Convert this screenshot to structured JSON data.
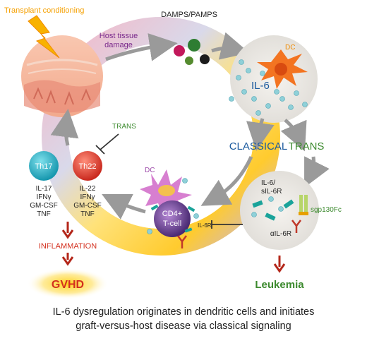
{
  "labels": {
    "transplant": "Transplant conditioning",
    "host_damage_1": "Host tissue",
    "host_damage_2": "damage",
    "damps": "DAMPS/PAMPS",
    "dc_top": "DC",
    "il6": "IL-6",
    "classical": "CLASSICAL",
    "trans": "TRANS",
    "trans_inhibit": "TRANS",
    "th17": "Th17",
    "th22": "Th22",
    "th17_cytokines": [
      "IL-17",
      "IFNγ",
      "GM-CSF",
      "TNF"
    ],
    "th22_cytokines": [
      "IL-22",
      "IFNγ",
      "GM-CSF",
      "TNF"
    ],
    "dc_bottom": "DC",
    "cd4_1": "CD4+",
    "cd4_2": "T-cell",
    "il6r": "IL-6R",
    "il6_sil6r_1": "IL-6/",
    "il6_sil6r_2": "sIL-6R",
    "sgp130fc": "sgp130Fc",
    "ail6r": "αIL-6R",
    "inflammation": "INFLAMMATION",
    "gvhd": "GVHD",
    "leukemia": "Leukemia"
  },
  "caption": {
    "line1": "IL-6 dysregulation originates in dendritic cells and initiates",
    "line2": "graft-versus-host disease via classical signaling"
  },
  "colors": {
    "orange": "#f5a000",
    "purple": "#7a2a8c",
    "blue": "#1b5a9e",
    "green": "#3c8a2e",
    "red": "#d32f1e",
    "th17": "#26b3c8",
    "th22": "#e8473b"
  }
}
